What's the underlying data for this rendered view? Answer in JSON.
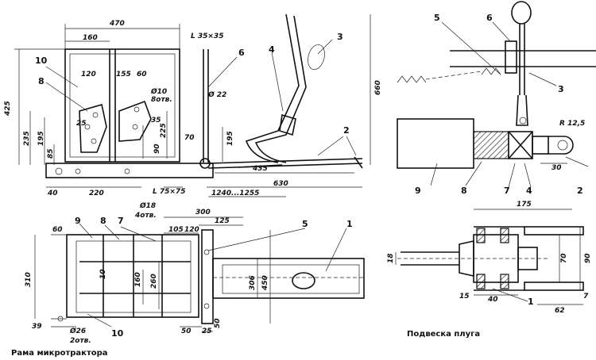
{
  "captions": {
    "frame": "Рама микротрактора",
    "plow": "Подвеска плуга"
  },
  "part_numbers": {
    "p1": "1",
    "p2": "2",
    "p3": "3",
    "p4": "4",
    "p5": "5",
    "p6": "6",
    "p7": "7",
    "p8": "8",
    "p9": "9",
    "p10": "10"
  },
  "dimensions": {
    "d470": "470",
    "d160": "160",
    "profile35": "L 35×35",
    "d425": "425",
    "d660": "660",
    "d120": "120",
    "d155": "155",
    "d60": "60",
    "d10": "Ø10",
    "holes8": "8отв.",
    "d22": "Ø 22",
    "d25": "25",
    "d35": "35",
    "d225": "225",
    "d235": "235",
    "d195a": "195",
    "d85": "85",
    "d90": "90",
    "d70": "70",
    "d195b": "195",
    "d435": "435",
    "d630": "630",
    "d40": "40",
    "d220": "220",
    "profile75": "L 75×75",
    "d1240": "1240...1255",
    "d18": "Ø18",
    "holes4": "4отв.",
    "d300": "300",
    "d125": "125",
    "d105": "105",
    "d120b": "120",
    "d60b": "60",
    "d310": "310",
    "d10b": "10",
    "d160b": "160",
    "d260": "260",
    "d306": "306",
    "d450": "450",
    "d39": "39",
    "d26": "Ø26",
    "holes2": "2отв.",
    "d50a": "50",
    "d25b": "25",
    "d50b": "50",
    "r125": "R 12,5",
    "d30": "30",
    "d175": "175",
    "d18b": "18",
    "d70b": "70",
    "d90b": "90",
    "d15": "15",
    "d40b": "40",
    "d62": "62",
    "d7": "7"
  }
}
